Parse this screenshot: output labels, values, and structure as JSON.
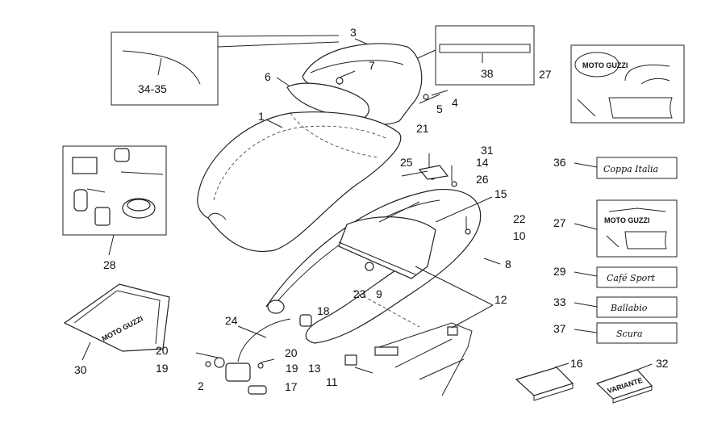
{
  "callouts": [
    "1",
    "2",
    "3",
    "4",
    "5",
    "6",
    "7",
    "8",
    "9",
    "10",
    "11",
    "12",
    "13",
    "14",
    "15",
    "16",
    "17",
    "18",
    "19",
    "19",
    "20",
    "20",
    "21",
    "22",
    "23",
    "24",
    "25",
    "26",
    "27",
    "27",
    "28",
    "29",
    "30",
    "31",
    "32",
    "33",
    "34-35",
    "36",
    "37",
    "38"
  ],
  "decals": {
    "d36": "Coppa Italia",
    "d29": "Café Sport",
    "d33": "Ballabio",
    "d37": "Scura",
    "logo_27a": "MOTO GUZZI",
    "logo_27b": "MOTO GUZZI",
    "logo_30": "MOTO GUZZI",
    "label_32": "VARIANTE"
  }
}
